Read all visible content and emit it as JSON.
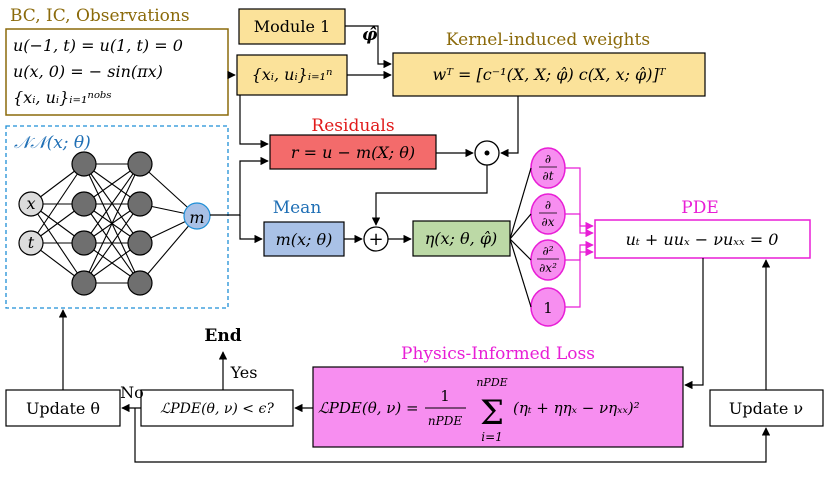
{
  "colors": {
    "title_gold": "#8b6a0a",
    "residual_red": "#e11a1a",
    "mean_blue": "#1f6fb5",
    "pink": "#e81ed6",
    "module_fill": "#fbe29a",
    "residual_fill": "#f36b6b",
    "mean_fill": "#a9c1e6",
    "eta_fill": "#bcd9a6",
    "loss_fill": "#f78ef0",
    "nn_border": "#1f8fd6",
    "node_gray": "#6f6f6f",
    "input_gray": "#dcdcdc"
  },
  "bc": {
    "title": "BC, IC, Observations",
    "line1": "u(−1, t) = u(1, t) = 0",
    "line2": "u(x, 0) = − sin(πx)",
    "line3": "{xᵢ, uᵢ}ᵢ₌₁ⁿᵒᵇˢ"
  },
  "module1": {
    "label": "Module 1",
    "phi_hat": "φ̂"
  },
  "subset": {
    "label": "{xᵢ, uᵢ}ᵢ₌₁ⁿ"
  },
  "kernel": {
    "title": "Kernel-induced weights",
    "equation": "wᵀ = [c⁻¹(X, X; φ̂) c(X, x; φ̂)]ᵀ"
  },
  "residuals": {
    "title": "Residuals",
    "equation": "r = u − m(X; θ)"
  },
  "dot_symbol": "⊙",
  "plus_symbol": "+",
  "nn": {
    "title": "𝒩𝒩(x; θ)",
    "input_x": "x",
    "input_t": "t",
    "output_m": "m"
  },
  "mean": {
    "title": "Mean",
    "equation": "m(x; θ)"
  },
  "eta": {
    "equation": "η(x; θ, φ̂)"
  },
  "derivs": {
    "dt_num": "∂",
    "dt_den": "∂t",
    "dx_num": "∂",
    "dx_den": "∂x",
    "dxx_num": "∂²",
    "dxx_den": "∂x²",
    "one": "1"
  },
  "pde": {
    "title": "PDE",
    "equation": "uₜ + uuₓ − νuₓₓ = 0"
  },
  "loss": {
    "title": "Physics-Informed Loss",
    "lhs": "ℒPDE(θ, ν) =",
    "frac_num": "1",
    "frac_den": "nPDE",
    "sum_top": "nPDE",
    "sum_symbol": "Σ",
    "sum_bot": "i=1",
    "summand": "(ηₜ + ηηₓ − νηₓₓ)²"
  },
  "check": {
    "label": "ℒPDE(θ, ν) < ϵ?"
  },
  "end_label": "End",
  "yes_label": "Yes",
  "no_label": "No",
  "update_theta": "Update θ",
  "update_nu": "Update ν"
}
